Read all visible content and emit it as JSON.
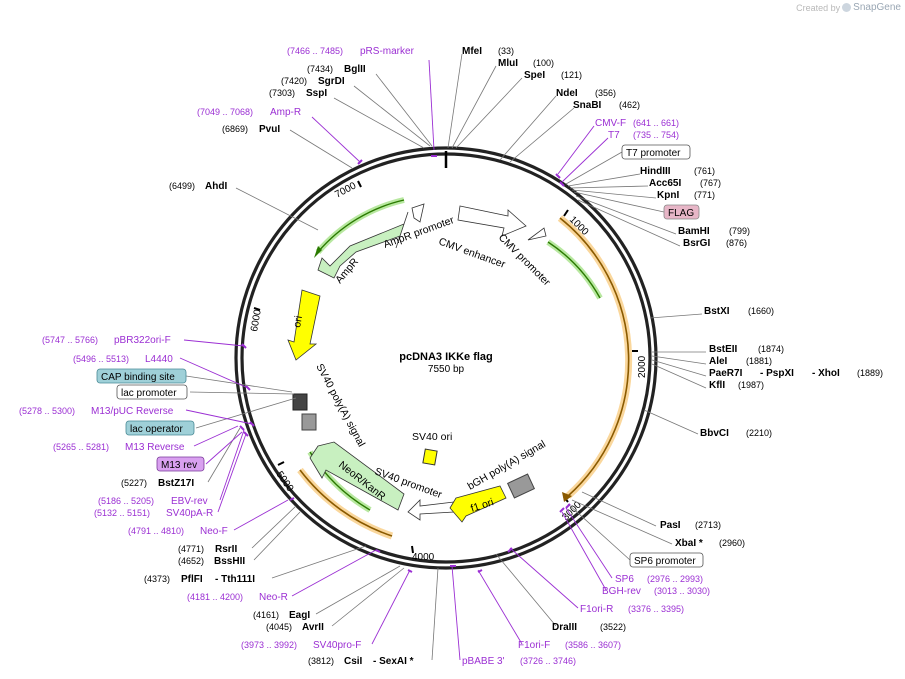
{
  "credit": {
    "prefix": "Created by",
    "brand": "SnapGene"
  },
  "plasmid": {
    "name": "pcDNA3 IKKe flag",
    "size": "7550 bp"
  },
  "ticks": [
    "1000",
    "2000",
    "3000",
    "4000",
    "5000",
    "6000",
    "7000"
  ],
  "colors": {
    "enzyme": "#000000",
    "primer": "#9b2fd3",
    "feature_green": "#c8f0c0",
    "yellow": "#ffff00",
    "orange": "#f5a623"
  },
  "features": {
    "amp_promoter": "AmpR promoter",
    "ampr": "AmpR",
    "cmv_enhancer": "CMV enhancer",
    "cmv_promoter": "CMV promoter",
    "ori": "ori",
    "sv40_polya": "SV40 poly(A) signal",
    "neor": "NeoR/KanR",
    "sv40_promoter": "SV40 promoter",
    "sv40_ori": "SV40 ori",
    "f1_ori": "f1 ori",
    "bgh_polya": "bGH poly(A) signal"
  },
  "labels": {
    "pRS": {
      "name": "pRS-marker",
      "pos": "(7466 .. 7485)"
    },
    "BglII": {
      "name": "BglII",
      "pos": "(7434)"
    },
    "SgrDI": {
      "name": "SgrDI",
      "pos": "(7420)"
    },
    "SspI": {
      "name": "SspI",
      "pos": "(7303)"
    },
    "AmpR_p": {
      "name": "Amp-R",
      "pos": "(7049 .. 7068)"
    },
    "PvuI": {
      "name": "PvuI",
      "pos": "(6869)"
    },
    "AhdI": {
      "name": "AhdI",
      "pos": "(6499)"
    },
    "MfeI": {
      "name": "MfeI",
      "pos": "(33)"
    },
    "MluI": {
      "name": "MluI",
      "pos": "(100)"
    },
    "SpeI": {
      "name": "SpeI",
      "pos": "(121)"
    },
    "NdeI": {
      "name": "NdeI",
      "pos": "(356)"
    },
    "SnaBI": {
      "name": "SnaBI",
      "pos": "(462)"
    },
    "CMVF": {
      "name": "CMV-F",
      "pos": "(641 .. 661)"
    },
    "T7": {
      "name": "T7",
      "pos": "(735 .. 754)"
    },
    "T7prom": {
      "name": "T7 promoter"
    },
    "HindIII": {
      "name": "HindIII",
      "pos": "(761)"
    },
    "Acc65I": {
      "name": "Acc65I",
      "pos": "(767)"
    },
    "KpnI": {
      "name": "KpnI",
      "pos": "(771)"
    },
    "FLAG": {
      "name": "FLAG"
    },
    "BamHI": {
      "name": "BamHI",
      "pos": "(799)"
    },
    "BsrGI": {
      "name": "BsrGI",
      "pos": "(876)"
    },
    "BstXI": {
      "name": "BstXI",
      "pos": "(1660)"
    },
    "BstEII": {
      "name": "BstEII",
      "pos": "(1874)"
    },
    "AleI": {
      "name": "AleI",
      "pos": "(1881)"
    },
    "PaeR7I": {
      "name": "PaeR7I",
      "sep1": "- PspXI",
      "sep2": "- XhoI",
      "pos": "(1889)"
    },
    "KflI": {
      "name": "KflI",
      "pos": "(1987)"
    },
    "BbvCI": {
      "name": "BbvCI",
      "pos": "(2210)"
    },
    "PasI": {
      "name": "PasI",
      "pos": "(2713)"
    },
    "XbaI": {
      "name": "XbaI *",
      "pos": "(2960)"
    },
    "SP6prom": {
      "name": "SP6 promoter"
    },
    "SP6": {
      "name": "SP6",
      "pos": "(2976 .. 2993)"
    },
    "BGHrev": {
      "name": "BGH-rev",
      "pos": "(3013 .. 3030)"
    },
    "F1oriR": {
      "name": "F1ori-R",
      "pos": "(3376 .. 3395)"
    },
    "DraIII": {
      "name": "DraIII",
      "pos": "(3522)"
    },
    "F1oriF": {
      "name": "F1ori-F",
      "pos": "(3586 .. 3607)"
    },
    "pBABE3": {
      "name": "pBABE 3'",
      "pos": "(3726 .. 3746)"
    },
    "CsiI": {
      "name": "CsiI",
      "sep": "- SexAI *",
      "pos": "(3812)"
    },
    "SV40proF": {
      "name": "SV40pro-F",
      "pos": "(3973 .. 3992)"
    },
    "AvrII": {
      "name": "AvrII",
      "pos": "(4045)"
    },
    "EagI": {
      "name": "EagI",
      "pos": "(4161)"
    },
    "NeoR_p": {
      "name": "Neo-R",
      "pos": "(4181 .. 4200)"
    },
    "PflFI": {
      "name": "PflFI",
      "sep": "- Tth111I",
      "pos": "(4373)"
    },
    "BssHII": {
      "name": "BssHII",
      "pos": "(4652)"
    },
    "RsrII": {
      "name": "RsrII",
      "pos": "(4771)"
    },
    "NeoF": {
      "name": "Neo-F",
      "pos": "(4791 .. 4810)"
    },
    "SV40pAR": {
      "name": "SV40pA-R",
      "pos": "(5132 .. 5151)"
    },
    "EBVrev": {
      "name": "EBV-rev",
      "pos": "(5186 .. 5205)"
    },
    "BstZ17I": {
      "name": "BstZ17I",
      "pos": "(5227)"
    },
    "M13rev": {
      "name": "M13 rev"
    },
    "M13Reverse": {
      "name": "M13 Reverse",
      "pos": "(5265 .. 5281)"
    },
    "lacop": {
      "name": "lac operator"
    },
    "M13pUC": {
      "name": "M13/pUC Reverse",
      "pos": "(5278 .. 5300)"
    },
    "lacprom": {
      "name": "lac promoter"
    },
    "CAP": {
      "name": "CAP binding site"
    },
    "L4440": {
      "name": "L4440",
      "pos": "(5496 .. 5513)"
    },
    "pBR322": {
      "name": "pBR322ori-F",
      "pos": "(5747 .. 5766)"
    }
  }
}
